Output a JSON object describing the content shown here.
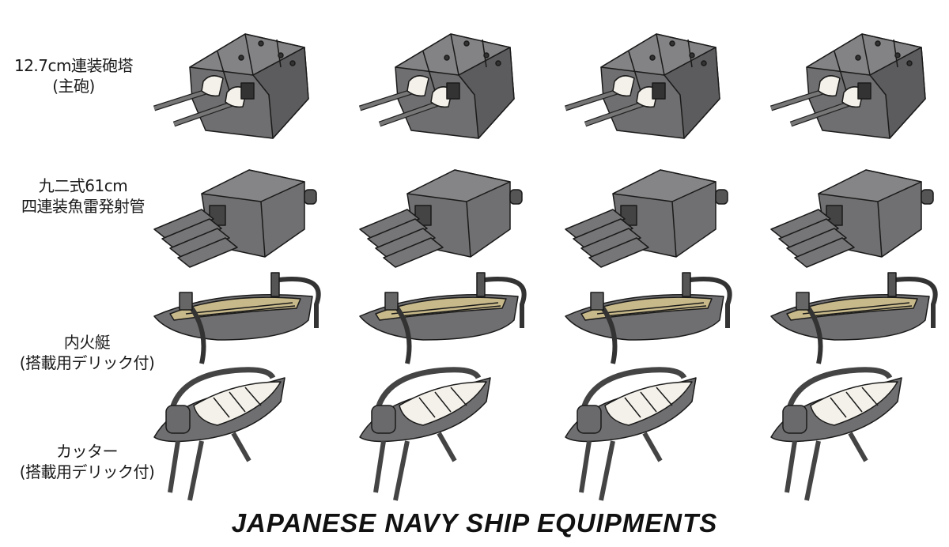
{
  "rows": [
    {
      "type": "turret",
      "label_line1": "12.7cm連装砲塔",
      "label_line2": "(主砲)"
    },
    {
      "type": "torpedo",
      "label_line1": "九二式61cm",
      "label_line2": "四連装魚雷発射管"
    },
    {
      "type": "launch",
      "label_line1": "内火艇",
      "label_line2": "(搭載用デリック付)"
    },
    {
      "type": "cutter",
      "label_line1": "カッター",
      "label_line2": "(搭載用デリック付)"
    }
  ],
  "copies_per_row": 4,
  "title": "JAPANESE NAVY SHIP EQUIPMENTS",
  "colors": {
    "hull": "#707072",
    "outline": "#1a1a1a",
    "canvas": "#f4f1ea",
    "deck": "#c8b98a"
  }
}
